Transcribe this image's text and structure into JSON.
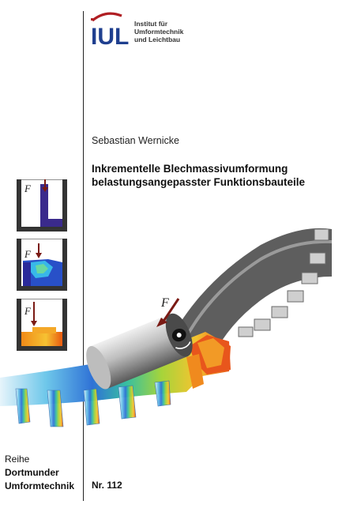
{
  "logo": {
    "text": "IUL"
  },
  "institute": {
    "line1": "Institut für",
    "line2": "Umformtechnik",
    "line3": "und Leichtbau"
  },
  "author": "Sebastian Wernicke",
  "title": {
    "line1": "Inkrementelle Blechmassivumformung",
    "line2": "belastungsangepasster Funktionsbauteile"
  },
  "force_label": "F",
  "series": {
    "line1": "Reihe",
    "line2": "Dortmunder",
    "line3": "Umformtechnik"
  },
  "number": "Nr.   112",
  "colors": {
    "accent_red": "#b01e23",
    "logo_blue": "#1f3f8f",
    "arrow": "#7a1a14"
  }
}
